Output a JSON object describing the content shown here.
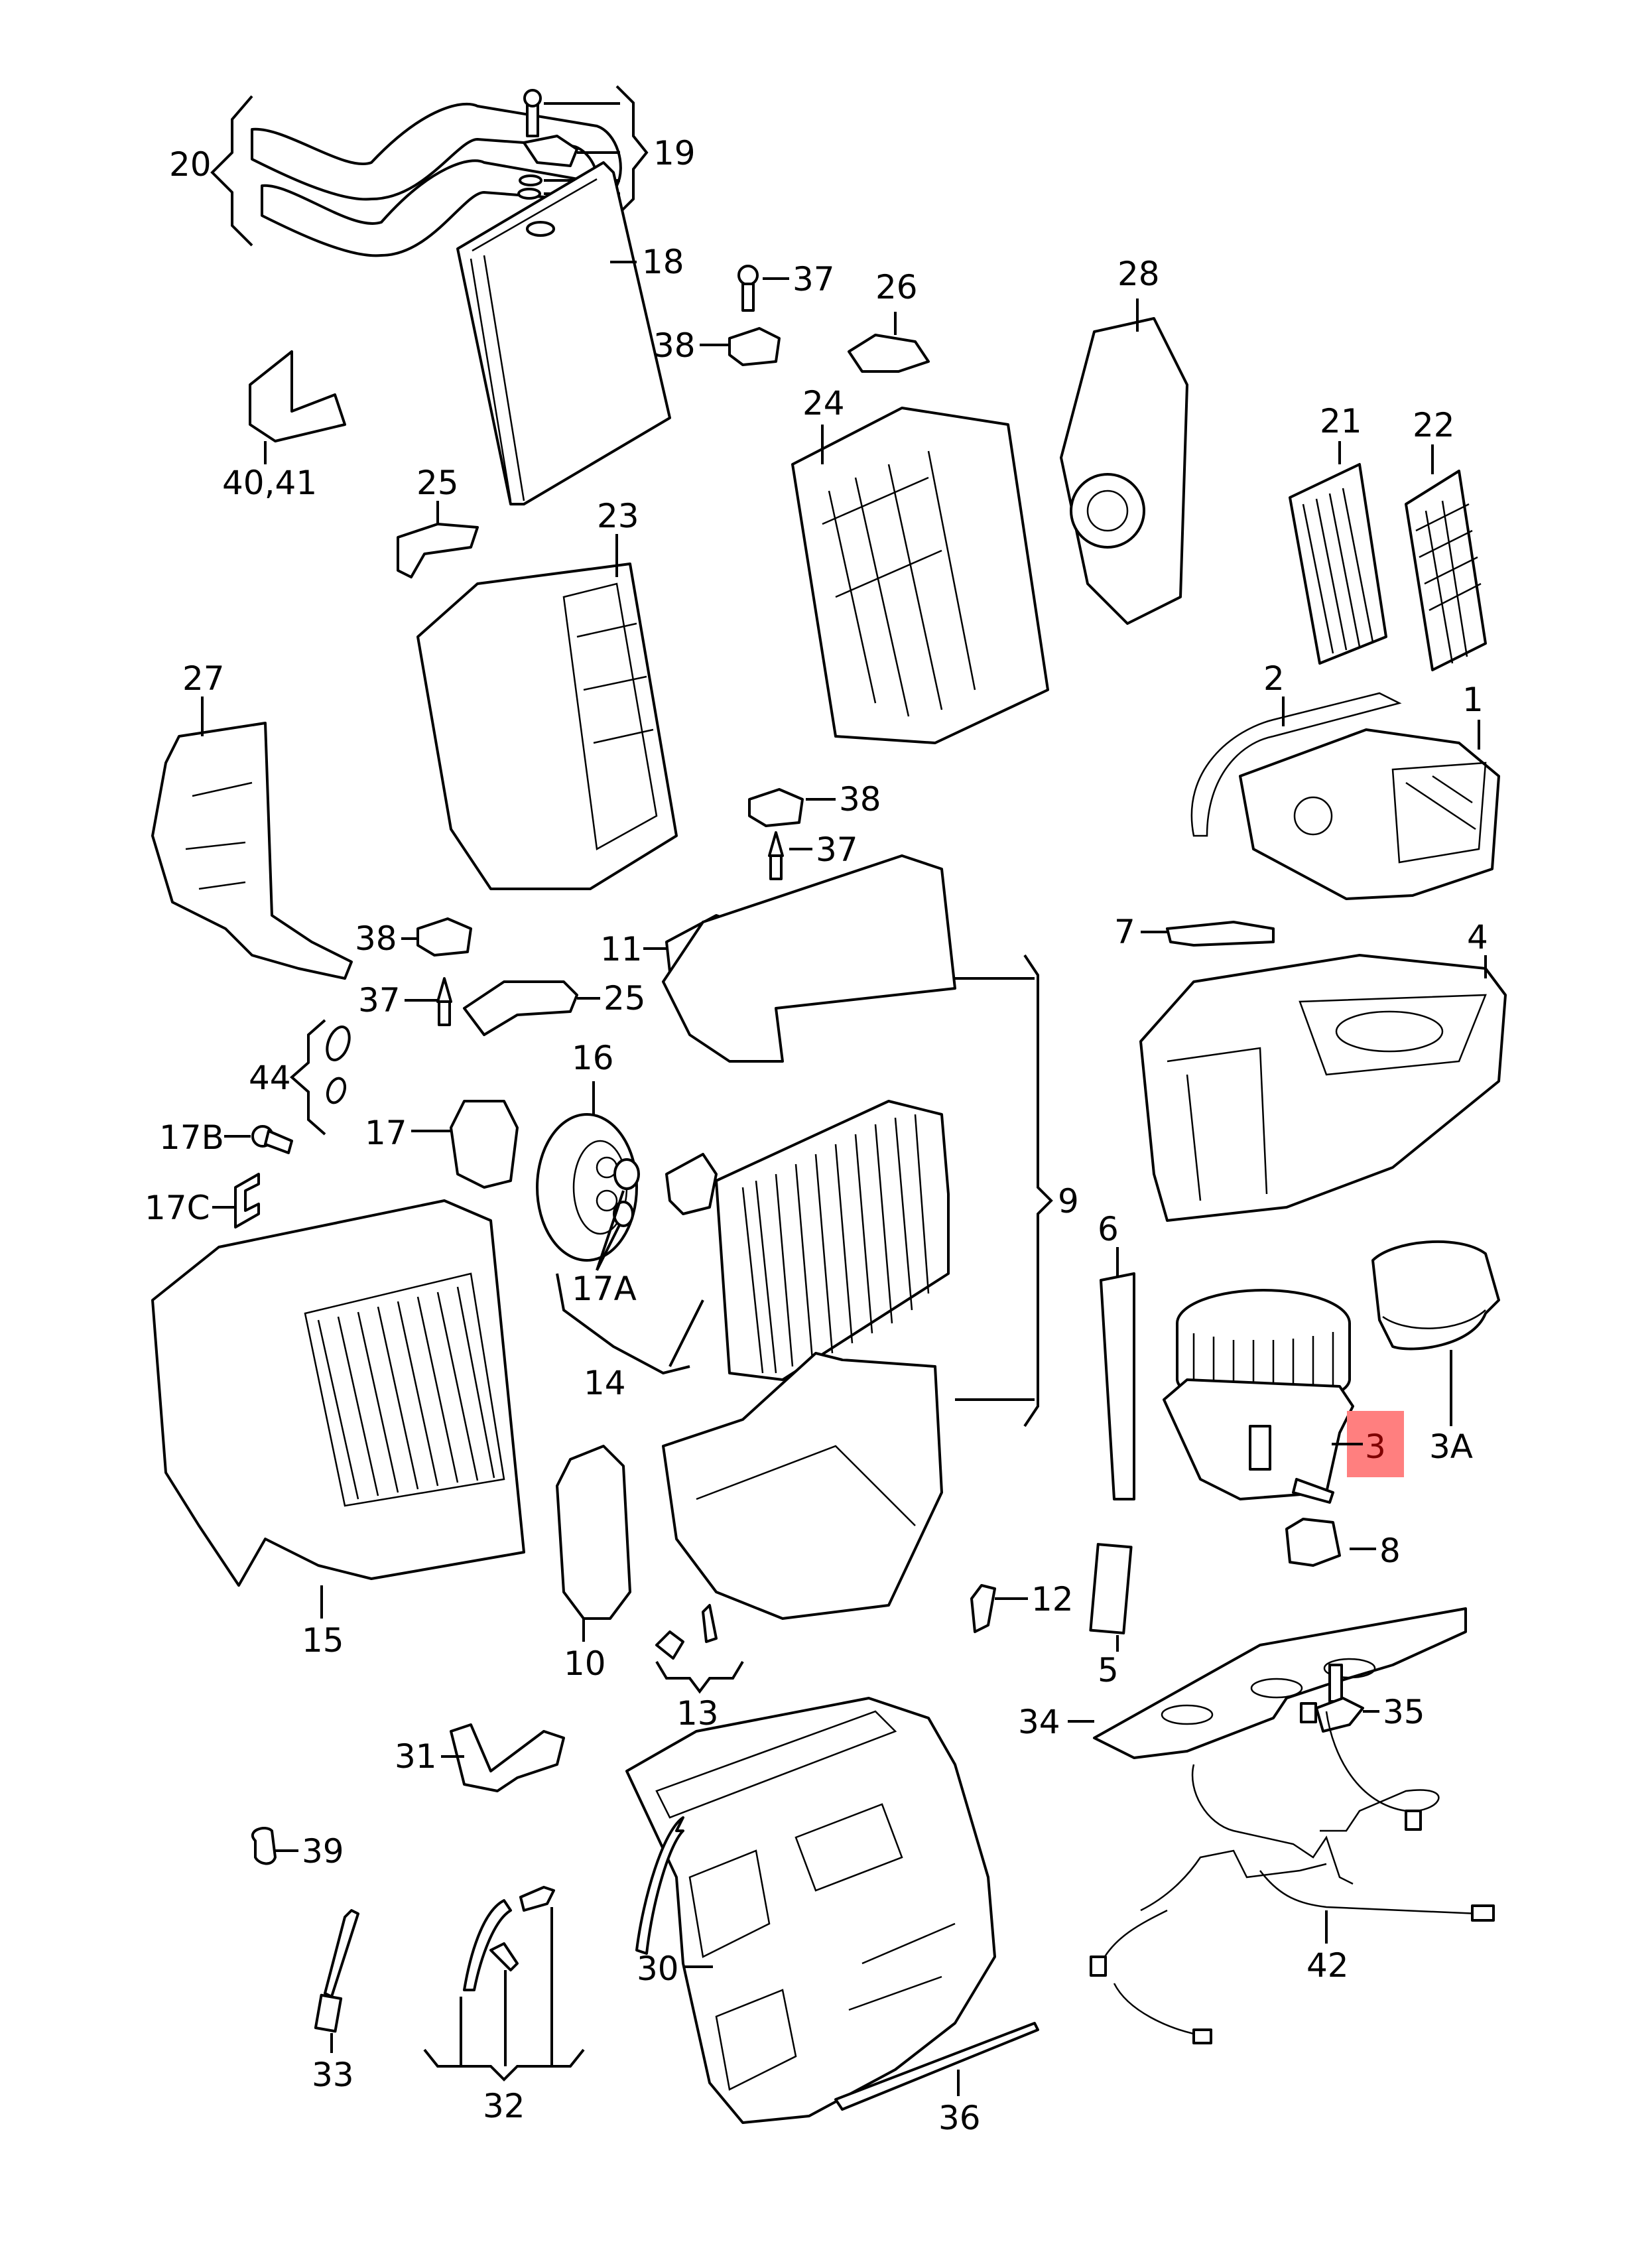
{
  "diagram": {
    "title": "Heater / air conditioner unit exploded parts diagram",
    "highlight_color": "#ff7f7f",
    "highlighted_callout": "3",
    "callouts": {
      "c1": "1",
      "c2": "2",
      "c3": "3",
      "c3A": "3A",
      "c4": "4",
      "c5": "5",
      "c6": "6",
      "c7": "7",
      "c8": "8",
      "c9": "9",
      "c10": "10",
      "c11": "11",
      "c12": "12",
      "c13": "13",
      "c14": "14",
      "c15": "15",
      "c16": "16",
      "c17": "17",
      "c17A": "17A",
      "c17B": "17B",
      "c17C": "17C",
      "c18": "18",
      "c19": "19",
      "c20": "20",
      "c21": "21",
      "c22": "22",
      "c23": "23",
      "c24": "24",
      "c25a": "25",
      "c25b": "25",
      "c26": "26",
      "c27": "27",
      "c28": "28",
      "c30": "30",
      "c31": "31",
      "c32": "32",
      "c33": "33",
      "c34": "34",
      "c35": "35",
      "c36": "36",
      "c37a": "37",
      "c37b": "37",
      "c37c": "37",
      "c38a": "38",
      "c38b": "38",
      "c38c": "38",
      "c39": "39",
      "c4041": "40,41",
      "c42": "42",
      "c44": "44"
    }
  }
}
